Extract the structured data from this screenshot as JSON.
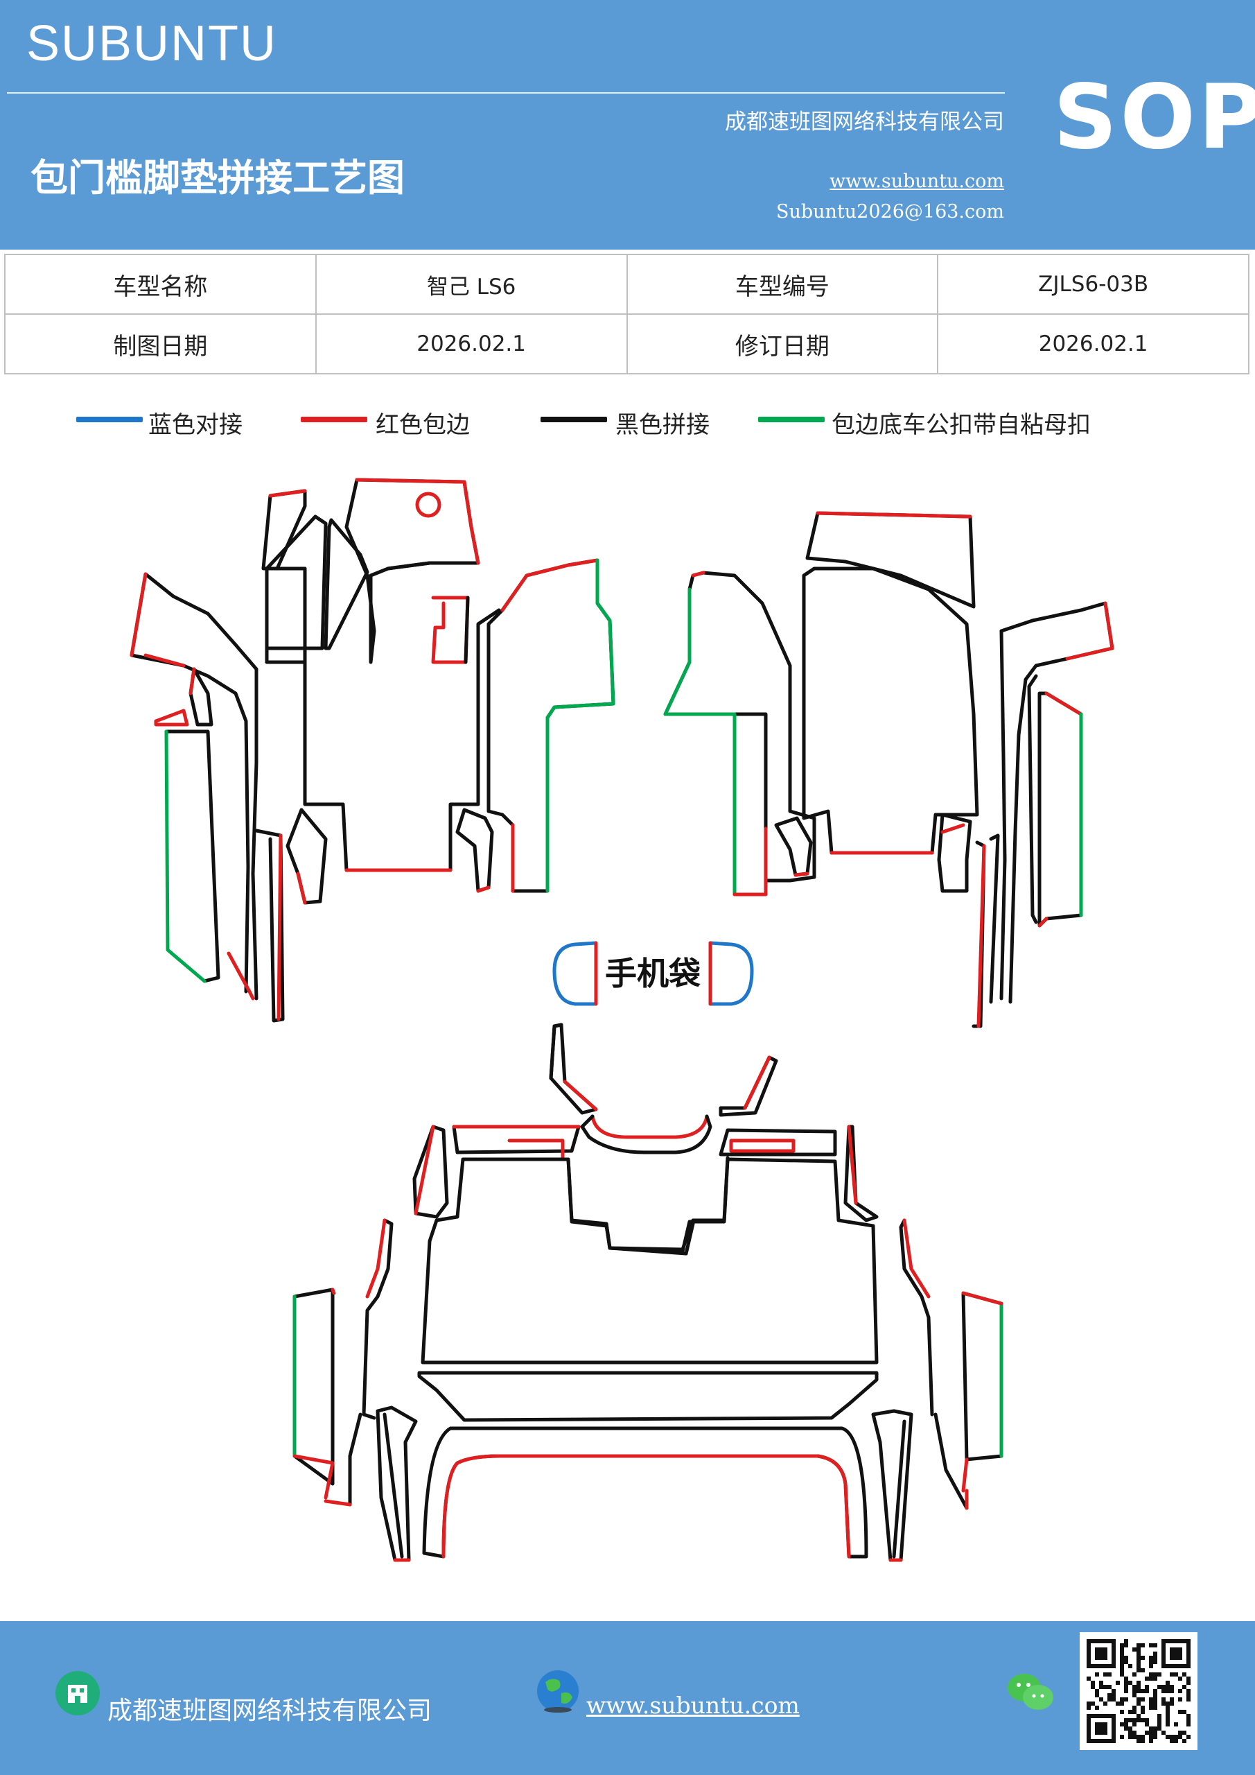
{
  "header": {
    "brand": "SUBUNTU",
    "company": "成都速班图网络科技有限公司",
    "title": "包门槛脚垫拼接工艺图",
    "url": "www.subuntu.com",
    "email": "Subuntu2026@163.com",
    "badge": "SOP"
  },
  "info": {
    "rows": [
      [
        "车型名称",
        "智己 LS6",
        "车型编号",
        "ZJLS6-03B"
      ],
      [
        "制图日期",
        "2026.02.1",
        "修订日期",
        "2026.02.1"
      ]
    ]
  },
  "legend": [
    {
      "label": "蓝色对接",
      "color": "#1f77c9"
    },
    {
      "label": "红色包边",
      "color": "#e02020"
    },
    {
      "label": "黑色拼接",
      "color": "#111111"
    },
    {
      "label": "包边底车公扣带自粘母扣",
      "color": "#00a84f"
    }
  ],
  "diagram": {
    "phone_pocket_label": "手机袋"
  },
  "footer": {
    "company": "成都速班图网络科技有限公司",
    "url": "www.subuntu.com",
    "icons": [
      "building-icon",
      "globe-icon",
      "wechat-icon",
      "qr-code"
    ]
  }
}
